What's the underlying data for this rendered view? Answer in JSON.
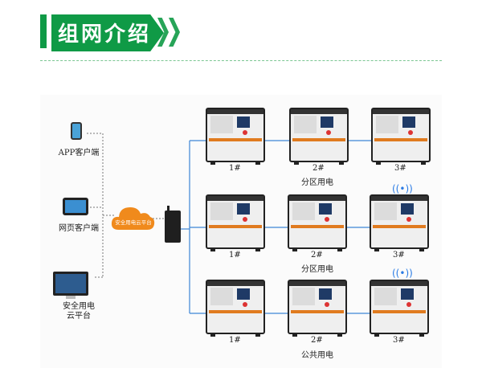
{
  "header": {
    "title": "组网介绍"
  },
  "clients": [
    {
      "label": "APP客户端",
      "icon": "phone-icon"
    },
    {
      "label": "网页客户端",
      "icon": "tablet-icon"
    },
    {
      "label": "安全用电\n云平台",
      "icon": "monitor-icon"
    }
  ],
  "cloud": {
    "label": "安全用电云平台"
  },
  "groups": [
    {
      "label": "分区用电",
      "devices": [
        "1#",
        "2#",
        "3#"
      ]
    },
    {
      "label": "分区用电",
      "devices": [
        "1#",
        "2#",
        "3#"
      ]
    },
    {
      "label": "公共用电",
      "devices": [
        "1#",
        "2#",
        "3#"
      ]
    }
  ],
  "colors": {
    "accent": "#0f9a46",
    "cloud": "#f08a1c",
    "link": "#2a7be4"
  }
}
